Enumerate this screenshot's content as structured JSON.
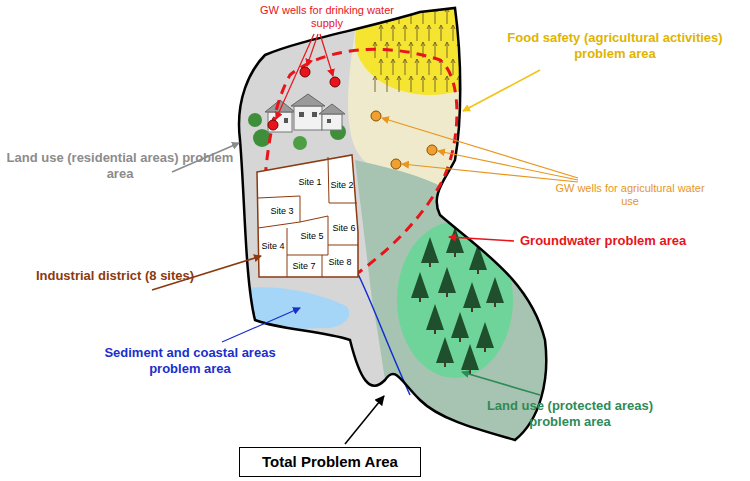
{
  "diagram": {
    "nodes": [
      {
        "text": [
          "Site 1"
        ]
      },
      {
        "text": [
          "Site 2"
        ]
      },
      {
        "text": [
          "Site 3"
        ]
      },
      {
        "text": [
          "Site 4"
        ]
      },
      {
        "text": [
          "Site 5"
        ]
      },
      {
        "text": [
          "Site 6"
        ]
      },
      {
        "text": [
          "Site 7"
        ]
      },
      {
        "text": [
          "Site 8"
        ]
      },
      {
        "text": [
          "Total Problem Area"
        ]
      }
    ],
    "labels": [
      "GW wells for drinking water supply",
      "Food safety (agricultural activities) problem area",
      "Land use (residential areas) problem area",
      "GW wells for agricultural water use",
      "Groundwater problem area",
      "Industrial district (8 sites)",
      "Sediment and coastal areas problem area",
      "Land use (protected areas) problem area"
    ]
  }
}
